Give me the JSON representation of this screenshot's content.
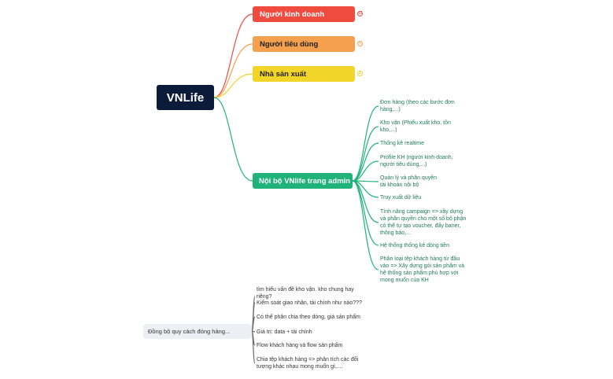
{
  "root": {
    "label": "VNLife"
  },
  "branches": [
    {
      "label": "Người kinh doanh",
      "badge": "12",
      "color": "#ef4b3f"
    },
    {
      "label": "Người tiêu dùng",
      "badge": "4",
      "color": "#f4a04e"
    },
    {
      "label": "Nhà sản xuất",
      "badge": "1",
      "color": "#f2d529"
    },
    {
      "label": "Nội bộ VNlife trang admin",
      "color": "#1fb37a"
    }
  ],
  "admin_items": [
    "Đơn hàng (theo các bước đơn hàng,...)",
    "Kho vận (Phiếu xuất kho, tồn kho,...)",
    "Thống kê realtime",
    "Profile KH (người kinh doanh, người tiêu dùng,...)",
    "Quản lý và phân quyền\n tài khoản nội bộ",
    "Truy xuất dữ liệu",
    "Tính năng campaign => xây dựng và phân quyền cho một số bộ phận có thể tự tạo voucher, đẩy baner, thông báo,...",
    "Hệ thống thống kê dòng tiền",
    "Phân loại tệp khách hàng từ đầu vào => Xây dựng gói sản phẩm và hệ thống sản phẩm phù hợp với mong muốn của KH"
  ],
  "sync_node": {
    "label": "Đồng bộ quy cách đóng hàng...",
    "color": "#6b6b6b",
    "items": [
      "tìm hiểu vấn đề kho vận. kho chung hay riêng?",
      "Kiểm soát giao nhận, tài chính như nào???",
      "Có thể phân chia theo dòng, giá sản phẩm",
      "Giá trị: data + tài chính",
      "Flow khách hàng và flow sản phẩm",
      "Chia tệp khách hàng => phân tích các đối tượng khác nhau mong muốn gì,...."
    ]
  }
}
